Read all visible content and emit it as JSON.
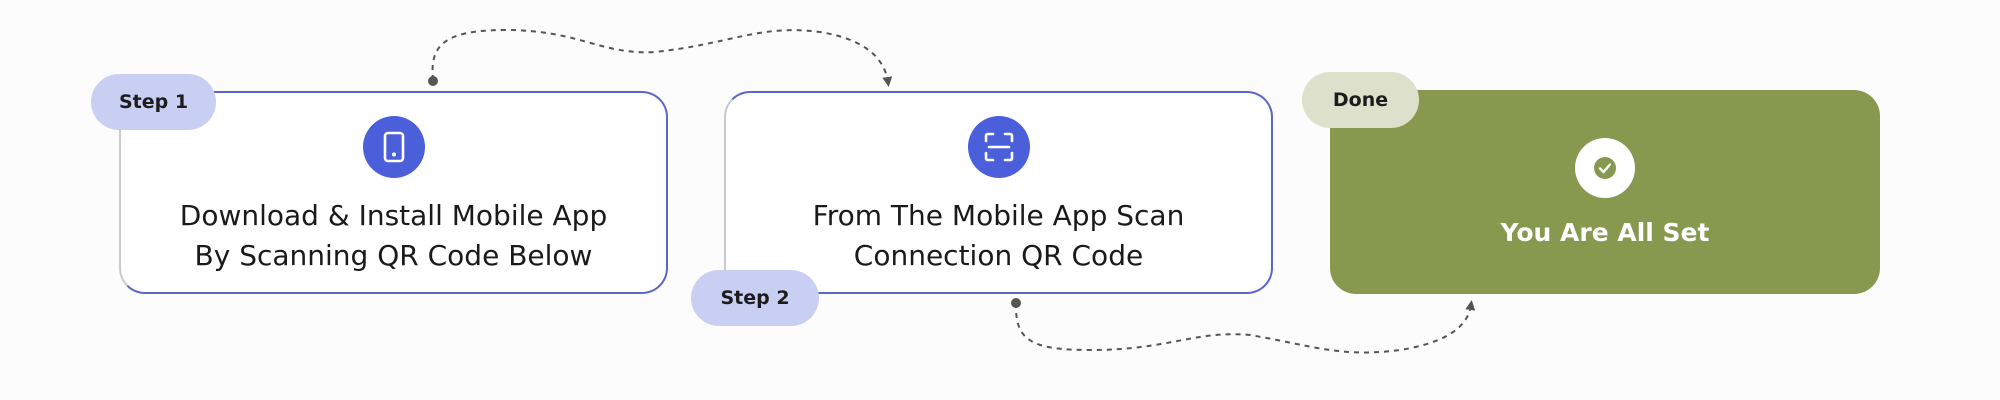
{
  "steps": [
    {
      "badge": "Step 1",
      "icon": "tablet-icon",
      "line1": "Download & Install Mobile App",
      "line2": "By Scanning QR Code Below"
    },
    {
      "badge": "Step 2",
      "icon": "scan-icon",
      "line1": "From The Mobile App Scan",
      "line2": "Connection QR Code"
    }
  ],
  "done": {
    "badge": "Done",
    "icon": "check-icon",
    "label": "You Are All Set"
  },
  "colors": {
    "accent_blue": "#4b5fdb",
    "badge_blue": "#c9cff3",
    "done_green": "#86994f",
    "done_badge": "#dde1cb",
    "card_border_blue": "#5a67c8",
    "connector": "#555555"
  }
}
